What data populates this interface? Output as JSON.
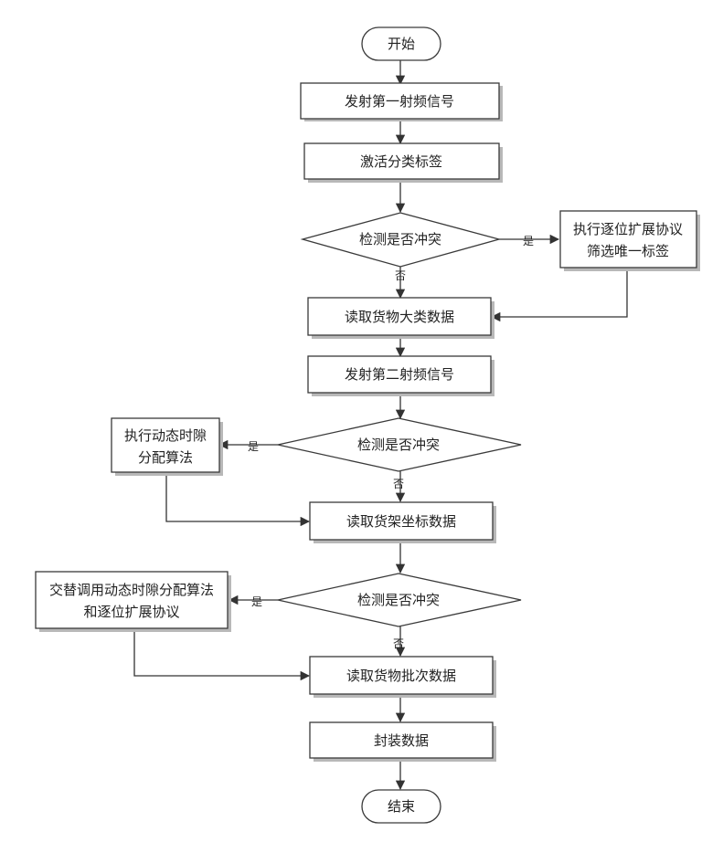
{
  "nodes": {
    "start": "开始",
    "emit_first": "发射第一射频信号",
    "activate": "激活分类标签",
    "detect_1": "检测是否冲突",
    "binary_tree_1": "执行逐位扩展协议",
    "binary_tree_2": "筛选唯一标签",
    "read_category": "读取货物大类数据",
    "emit_second": "发射第二射频信号",
    "detect_2": "检测是否冲突",
    "aloha_1": "执行动态时隙",
    "aloha_2": "分配算法",
    "read_shelf": "读取货架坐标数据",
    "detect_3": "检测是否冲突",
    "alternate_1": "交替调用动态时隙分配算法",
    "alternate_2": "和逐位扩展协议",
    "read_batch": "读取货物批次数据",
    "package": "封装数据",
    "end": "结束"
  },
  "edge_labels": {
    "yes": "是",
    "no": "否"
  }
}
